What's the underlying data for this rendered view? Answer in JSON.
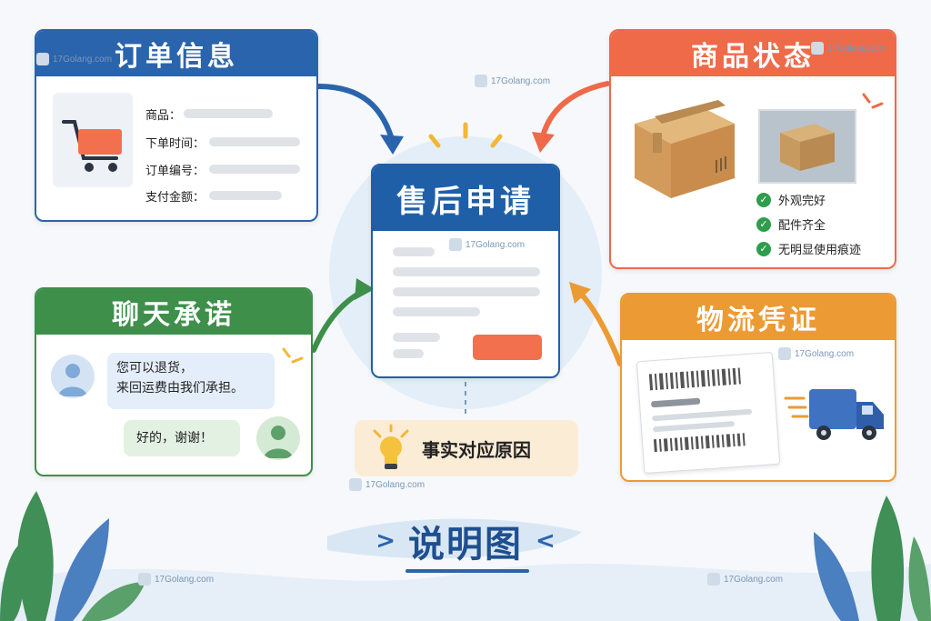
{
  "center": {
    "title": "售后申请",
    "colors": {
      "header": "#1f5fa8",
      "button": "#f2704e",
      "circle": "#e3eef8"
    }
  },
  "order_info": {
    "title": "订单信息",
    "color": "#2a64ac",
    "fields": [
      "商品：",
      "下单时间：",
      "订单编号：",
      "支付金额："
    ]
  },
  "product_status": {
    "title": "商品状态",
    "color": "#ee6a49",
    "checks": [
      "外观完好",
      "配件齐全",
      "无明显使用痕迹"
    ]
  },
  "chat_promise": {
    "title": "聊天承诺",
    "color": "#3d8f4a",
    "seller_message": [
      "您可以退货，",
      "来回运费由我们承担。"
    ],
    "buyer_message": "好的，谢谢！"
  },
  "logistics": {
    "title": "物流凭证",
    "color": "#ec9a33"
  },
  "fact_note": {
    "text": "事实对应原因",
    "icon": "lightbulb-icon"
  },
  "caption": {
    "text": "说明图"
  },
  "watermarks": [
    "17Golang.com",
    "17Golang.com",
    "17Golang.com",
    "17Golang.com",
    "17Golang.com",
    "17Golang.com",
    "17Golang.com",
    "17Golang.com"
  ]
}
